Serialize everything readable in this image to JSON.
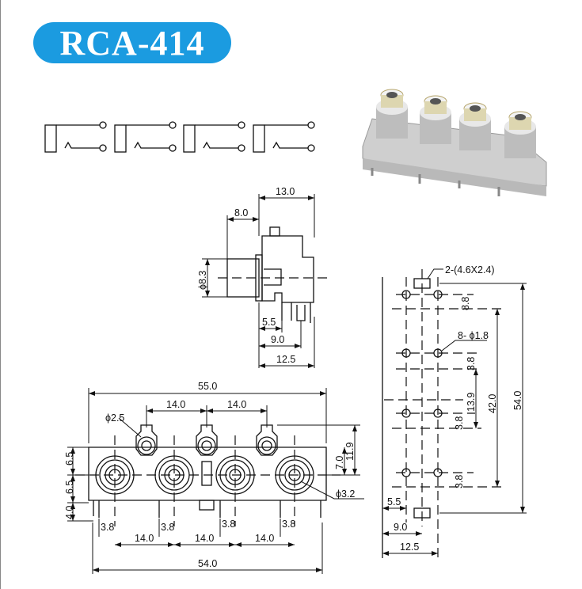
{
  "title": "RCA-414",
  "colors": {
    "title_bg": "#1b9be0",
    "title_text": "#ffffff",
    "line": "#111111"
  },
  "side_view": {
    "dims": {
      "depth_total": "13.0",
      "plug_length": "8.0",
      "diameter": "ϕ8.3",
      "pin1": "5.5",
      "pin2": "9.0",
      "pin3": "12.5"
    }
  },
  "front_view": {
    "dims": {
      "overall_width": "55.0",
      "top_pitch_1": "14.0",
      "top_pitch_2": "14.0",
      "small_hole": "ϕ2.5",
      "large_hole": "ϕ3.2",
      "height_upper": "6.5",
      "height_lower": "6.5",
      "pin_height": "4.0",
      "right_7": "7.0",
      "right_11_9": "11.9",
      "pin_offset": [
        "3.8",
        "3.8",
        "3.8",
        "3.8"
      ],
      "bottom_pitch": [
        "14.0",
        "14.0",
        "14.0"
      ],
      "pin_span": "54.0"
    }
  },
  "pcb_layout": {
    "dims": {
      "slot": "2-(4.6X2.4)",
      "holes": "8- ϕ1.8",
      "offsets": [
        "8.8",
        "3.8",
        "3.8",
        "3.8"
      ],
      "pitch": "13.9",
      "inner_span": "42.0",
      "overall": "54.0",
      "col1": "5.5",
      "col2": "9.0",
      "col3": "12.5"
    }
  }
}
